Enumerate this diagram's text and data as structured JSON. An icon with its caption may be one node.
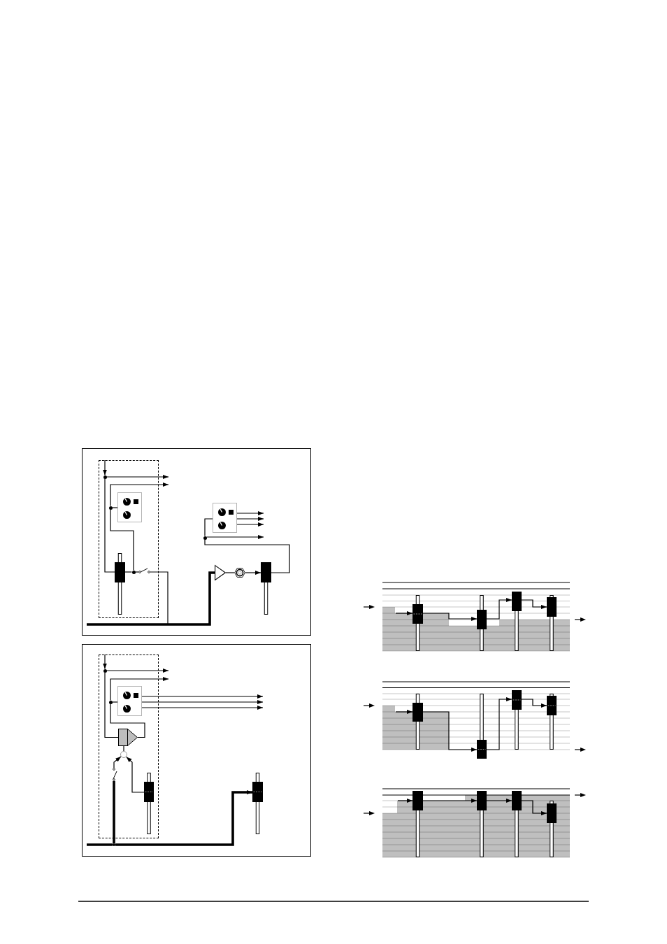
{
  "diagram": {
    "nodes": [
      {
        "text": [],
        "shape": "box"
      },
      {
        "text": [],
        "shape": "box",
        "in": 0
      },
      {
        "text": [],
        "shape": "dot",
        "in": 1
      },
      {
        "text": [],
        "shape": "box",
        "in": 1
      },
      {
        "text": [],
        "shape": "dot",
        "in": 1
      },
      {
        "text": [],
        "shape": "fader",
        "in": 1
      },
      {
        "text": [],
        "shape": "dot",
        "in": 1
      },
      {
        "text": [],
        "shape": "switch",
        "in": 1
      },
      {
        "text": [],
        "shape": "box",
        "in": 0
      },
      {
        "text": [],
        "shape": "dot",
        "in": 0
      },
      {
        "text": [],
        "shape": "triangle",
        "in": 0
      },
      {
        "text": [],
        "shape": "jack",
        "in": 0
      },
      {
        "text": [],
        "shape": "fader",
        "in": 0
      },
      {
        "text": [],
        "shape": "box"
      },
      {
        "text": [],
        "shape": "box",
        "in": 13
      },
      {
        "text": [],
        "shape": "dot",
        "in": 14
      },
      {
        "text": [],
        "shape": "box",
        "in": 14
      },
      {
        "text": [],
        "shape": "dot",
        "in": 14
      },
      {
        "text": [],
        "shape": "amplifier",
        "in": 14
      },
      {
        "text": [],
        "shape": "circle",
        "in": 14
      },
      {
        "text": [],
        "shape": "switch",
        "in": 14
      },
      {
        "text": [],
        "shape": "fader",
        "in": 14
      },
      {
        "text": [],
        "shape": "fader",
        "in": 13
      },
      {
        "text": [],
        "shape": "dot",
        "in": 13
      },
      {
        "text": [],
        "shape": "fader"
      },
      {
        "text": [],
        "shape": "fader"
      },
      {
        "text": [],
        "shape": "fader"
      },
      {
        "text": [],
        "shape": "fader"
      },
      {
        "text": [],
        "shape": "fader"
      },
      {
        "text": [],
        "shape": "fader"
      },
      {
        "text": [],
        "shape": "fader"
      },
      {
        "text": [],
        "shape": "fader"
      },
      {
        "text": [],
        "shape": "fader"
      },
      {
        "text": [],
        "shape": "fader"
      },
      {
        "text": [],
        "shape": "fader"
      },
      {
        "text": [],
        "shape": "fader"
      }
    ],
    "edges": [
      {
        "from": null,
        "to": 2,
        "arrow": "to"
      },
      {
        "from": 2,
        "to": null,
        "arrow": "to"
      },
      {
        "from": 2,
        "to": 5,
        "arrow": "none"
      },
      {
        "from": 5,
        "to": 6,
        "arrow": "none"
      },
      {
        "from": 6,
        "to": 7,
        "arrow": "none"
      },
      {
        "from": 6,
        "to": 4,
        "arrow": "none"
      },
      {
        "from": 4,
        "to": 3,
        "arrow": "none"
      },
      {
        "from": 4,
        "to": null,
        "arrow": "to"
      },
      {
        "from": 7,
        "to": 10,
        "arrow": "none"
      },
      {
        "from": null,
        "to": 10,
        "arrow": "none",
        "style": "thick"
      },
      {
        "from": 10,
        "to": 11,
        "arrow": "none"
      },
      {
        "from": 11,
        "to": 12,
        "arrow": "to"
      },
      {
        "from": 12,
        "to": 9,
        "arrow": "none"
      },
      {
        "from": 9,
        "to": 8,
        "arrow": "none"
      },
      {
        "from": 9,
        "to": null,
        "arrow": "to"
      },
      {
        "from": 8,
        "to": null,
        "arrow": "to"
      },
      {
        "from": 8,
        "to": null,
        "arrow": "to"
      },
      {
        "from": 8,
        "to": null,
        "arrow": "to"
      },
      {
        "from": null,
        "to": 15,
        "arrow": "to"
      },
      {
        "from": 15,
        "to": null,
        "arrow": "to"
      },
      {
        "from": 15,
        "to": 18,
        "arrow": "none"
      },
      {
        "from": 18,
        "to": 17,
        "arrow": "none"
      },
      {
        "from": 17,
        "to": 16,
        "arrow": "none"
      },
      {
        "from": 17,
        "to": null,
        "arrow": "to"
      },
      {
        "from": 16,
        "to": null,
        "arrow": "to"
      },
      {
        "from": 16,
        "to": null,
        "arrow": "to"
      },
      {
        "from": 16,
        "to": null,
        "arrow": "to"
      },
      {
        "from": 19,
        "to": 18,
        "arrow": "none"
      },
      {
        "from": 20,
        "to": 19,
        "arrow": "to"
      },
      {
        "from": 21,
        "to": 19,
        "arrow": "to"
      },
      {
        "from": 23,
        "to": 20,
        "arrow": "none",
        "style": "thick"
      },
      {
        "from": null,
        "to": 23,
        "arrow": "none",
        "style": "thick"
      },
      {
        "from": 23,
        "to": 22,
        "arrow": "to",
        "style": "thick"
      },
      {
        "from": null,
        "to": 24,
        "arrow": "to"
      },
      {
        "from": 24,
        "to": 25,
        "arrow": "to"
      },
      {
        "from": 25,
        "to": 26,
        "arrow": "to"
      },
      {
        "from": 26,
        "to": 27,
        "arrow": "to"
      },
      {
        "from": null,
        "to": 28,
        "arrow": "to"
      },
      {
        "from": 28,
        "to": 29,
        "arrow": "to"
      },
      {
        "from": 29,
        "to": 30,
        "arrow": "to"
      },
      {
        "from": 30,
        "to": 31,
        "arrow": "to"
      },
      {
        "from": null,
        "to": 32,
        "arrow": "to"
      },
      {
        "from": 32,
        "to": 33,
        "arrow": "to"
      },
      {
        "from": 33,
        "to": 34,
        "arrow": "to"
      },
      {
        "from": 34,
        "to": 35,
        "arrow": "to"
      }
    ]
  }
}
